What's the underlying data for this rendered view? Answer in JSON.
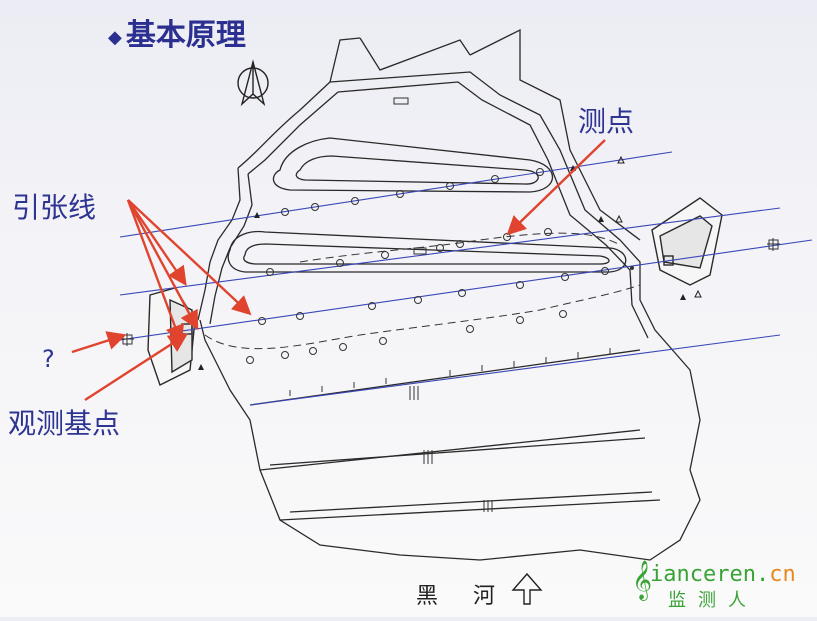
{
  "title": "基本原理",
  "labels": {
    "measure_point": "测点",
    "tension_wire": "引张线",
    "question": "?",
    "base_point": "观测基点",
    "river": "黑 河"
  },
  "logo": {
    "word": "iance",
    "word2": "ren.",
    "domain": "cn",
    "chinese": "监测人"
  },
  "colors": {
    "title": "#2b2f8f",
    "wire": "#3a47b8",
    "arrow": "#e0442e",
    "drawing": "#2a2a2a",
    "logo_green": "#3aa335",
    "logo_orange": "#e7891e"
  }
}
